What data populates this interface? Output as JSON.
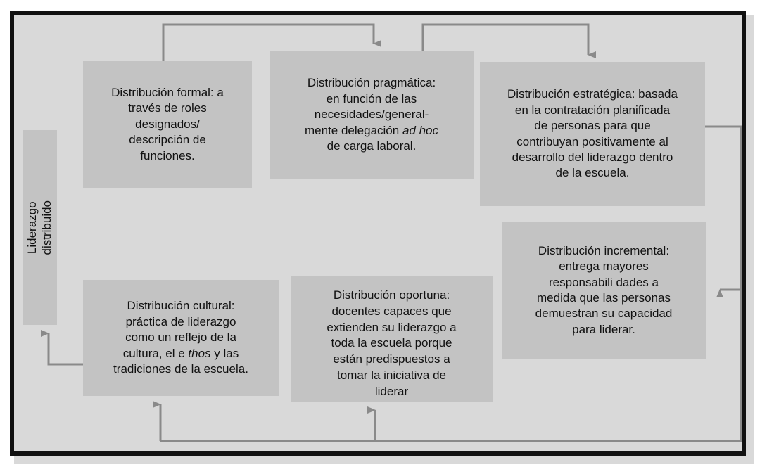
{
  "diagram": {
    "title": "Liderazgo distribuido",
    "spine": {
      "label": "Liderazgo\ndistribuido",
      "line1": "Liderazgo",
      "line2": "distribuido"
    },
    "box_fill": "#c3c3c3",
    "connector_color": "#8a8a8a",
    "frame_color": "#111111",
    "text_color": "#111111",
    "nodes": [
      {
        "id": "formal",
        "label": "Distribución formal: a través de roles designados/ descripción de funciones.",
        "lines": [
          "Distribución formal: a",
          "través de roles",
          "designados/",
          "descripción de",
          "funciones."
        ]
      },
      {
        "id": "pragmatica",
        "label": "Distribución pragmática: en función de las necesidades/generalmente delegación ad hoc de carga laboral.",
        "lines": [
          "Distribución pragmática:",
          "en función de las",
          "necesidades/general-",
          "mente delegación <em>ad hoc</em>",
          "de carga laboral."
        ]
      },
      {
        "id": "estrategica",
        "label": "Distribución estratégica: basada en la contratación planificada de personas para que contribuyan positivamente al desarrollo del liderazgo dentro de la escuela.",
        "lines": [
          "Distribución estratégica: basada",
          "en la contratación planificada",
          "de personas para que",
          "contribuyan positivamente al",
          "desarrollo del liderazgo dentro",
          "de la escuela."
        ]
      },
      {
        "id": "incremental",
        "label": "Distribución incremental: entrega mayores responsabili dades a medida que las personas demuestran su capacidad para liderar.",
        "lines": [
          "Distribución incremental:",
          "entrega mayores",
          "responsabili dades a",
          "medida que las personas",
          "demuestran su capacidad",
          "para liderar."
        ]
      },
      {
        "id": "cultural",
        "label": "Distribución cultural: práctica de liderazgo como un reflejo de la cultura, el e thos y las tradiciones de la escuela.",
        "lines": [
          "Distribución cultural:",
          "práctica de liderazgo",
          "como un reflejo de la",
          "cultura, el e <em>thos</em> y las",
          "tradiciones de la escuela."
        ]
      },
      {
        "id": "oportuna",
        "label": "Distribución oportuna: docentes capaces que extienden su liderazgo a toda la escuela porque están predispuestos a tomar la iniciativa de liderar",
        "lines": [
          "Distribución oportuna:",
          "docentes capaces que",
          "extienden su liderazgo a",
          "toda la escuela porque",
          "están predispuestos a",
          "tomar la iniciativa de",
          "liderar"
        ]
      }
    ],
    "connectors": [
      {
        "id": "formal-to-pragmatica",
        "from": "formal",
        "to": "pragmatica",
        "style": "elbow-top"
      },
      {
        "id": "pragmatica-to-estrategica",
        "from": "pragmatica",
        "to": "estrategica",
        "style": "elbow-top"
      },
      {
        "id": "estrategica-to-incremental",
        "from": "estrategica",
        "to": "incremental",
        "style": "right-down-left"
      },
      {
        "id": "incremental-to-oportuna",
        "from": "incremental",
        "to": "oportuna",
        "style": "bottom-bus"
      },
      {
        "id": "bus-to-cultural",
        "from": "bus",
        "to": "cultural",
        "style": "bottom-bus"
      },
      {
        "id": "cultural-to-spine",
        "from": "cultural",
        "to": "spine",
        "style": "left-up"
      }
    ]
  }
}
